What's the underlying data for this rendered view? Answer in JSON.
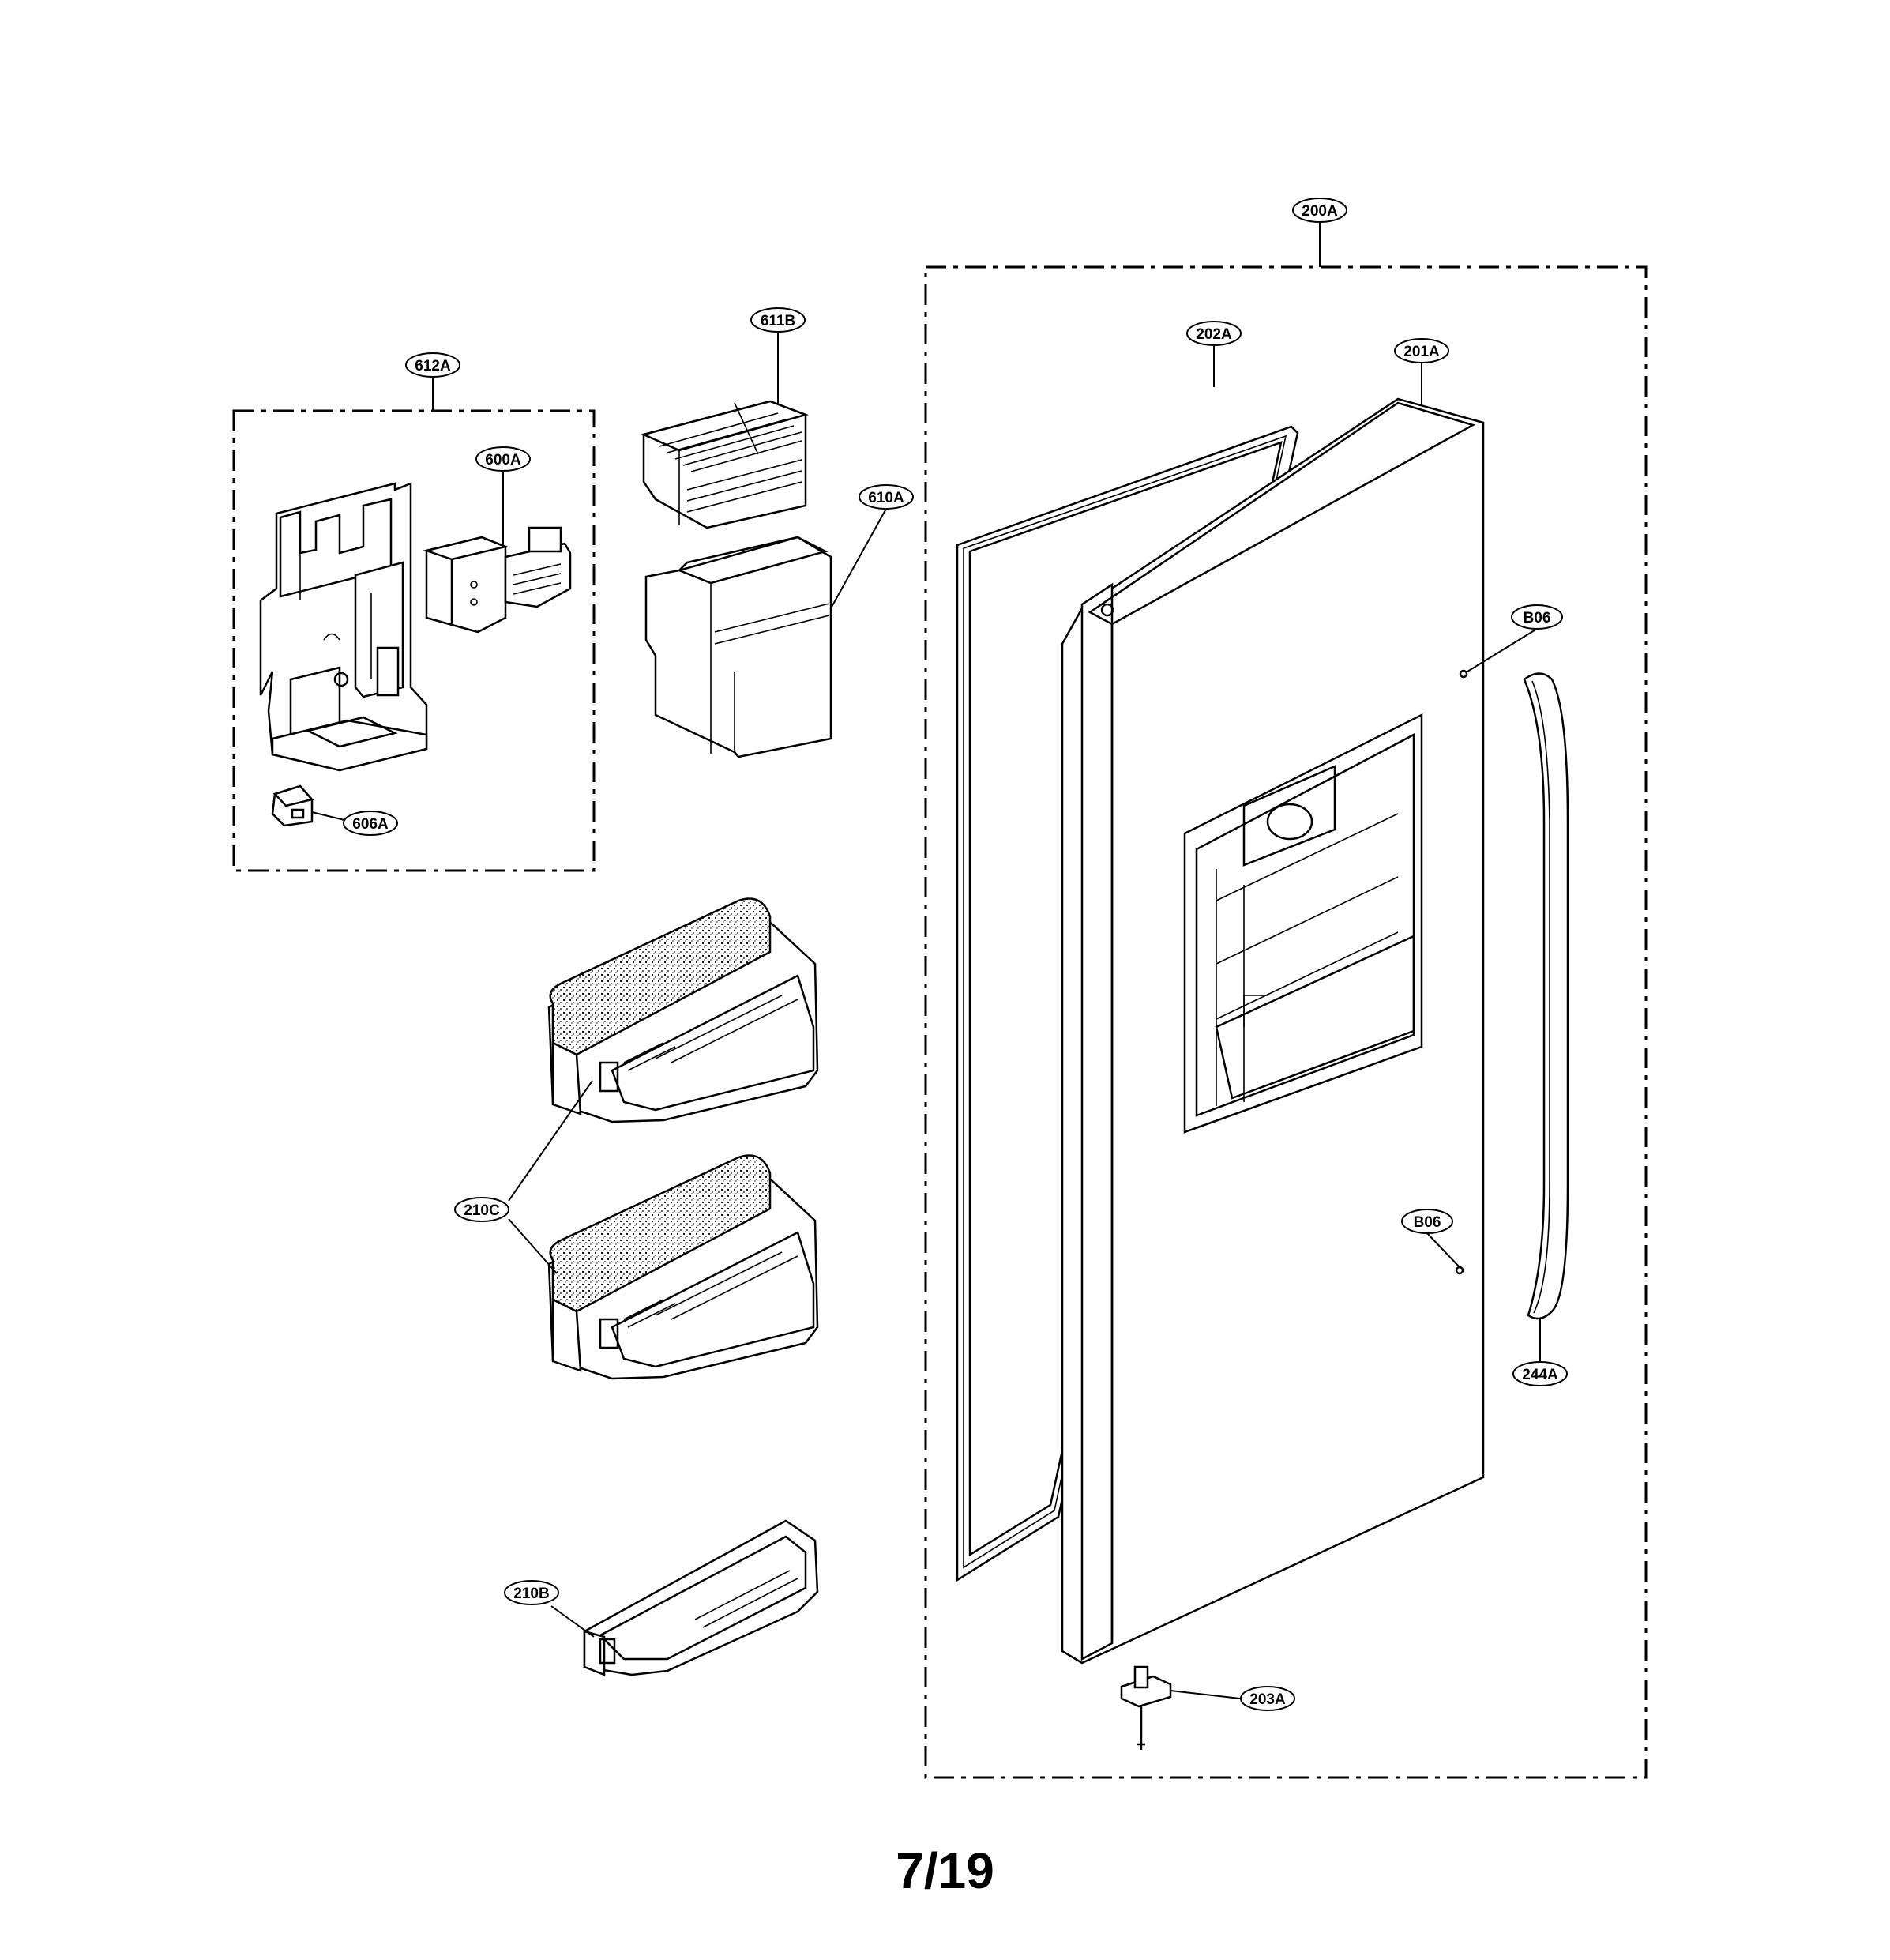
{
  "callouts": {
    "c200A": "200A",
    "c202A": "202A",
    "c201A": "201A",
    "c611B": "611B",
    "c612A": "612A",
    "c600A": "600A",
    "c610A": "610A",
    "c606A": "606A",
    "cB06a": "B06",
    "cB06b": "B06",
    "c210C": "210C",
    "c244A": "244A",
    "c210B": "210B",
    "c203A": "203A"
  },
  "page_number": "7/19"
}
